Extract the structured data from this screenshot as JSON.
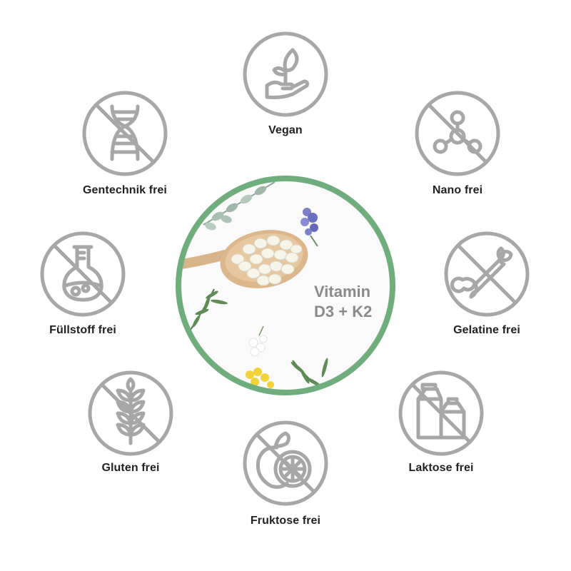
{
  "colors": {
    "icon_gray": "#a7a7a7",
    "ring_green": "#6fae7c",
    "label_text": "#222222",
    "center_text": "#8a8a8a"
  },
  "center": {
    "line1": "Vitamin",
    "line2": "D3 + K2"
  },
  "badges": [
    {
      "label": "Vegan",
      "icon": "hand-sprout-icon"
    },
    {
      "label": "Nano frei",
      "icon": "molecule-icon"
    },
    {
      "label": "Gelatine frei",
      "icon": "bone-icon"
    },
    {
      "label": "Laktose frei",
      "icon": "milk-carton-icon"
    },
    {
      "label": "Fruktose frei",
      "icon": "fruit-icon"
    },
    {
      "label": "Gluten frei",
      "icon": "wheat-icon"
    },
    {
      "label": "Füllstoff frei",
      "icon": "flask-icon"
    },
    {
      "label": "Gentechnik frei",
      "icon": "dna-icon"
    }
  ]
}
